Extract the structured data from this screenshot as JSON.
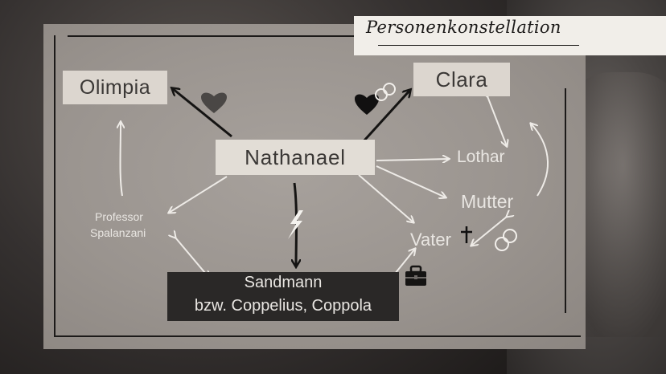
{
  "title": "Personenkonstellation",
  "nodes": {
    "olimpia": "Olimpia",
    "clara": "Clara",
    "nathanael": "Nathanael",
    "lothar": "Lothar",
    "mutter": "Mutter",
    "vater": "Vater",
    "professor_line1": "Professor",
    "professor_line2": "Spalanzani",
    "sandmann_line1": "Sandmann",
    "sandmann_line2": "bzw. Coppelius, Coppola"
  },
  "colors": {
    "board": "#9d9792",
    "box_light": "#dcd6cf",
    "box_dark": "#2a2827",
    "arrow_light": "#eeebe7",
    "arrow_dark": "#151413"
  }
}
